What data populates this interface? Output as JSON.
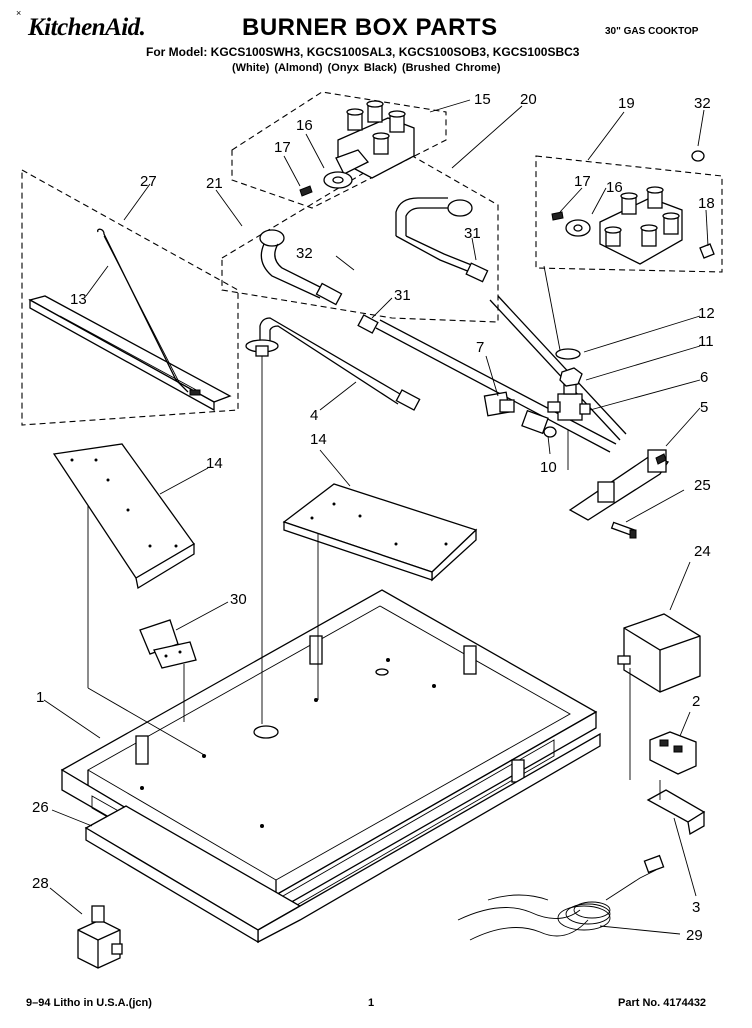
{
  "header": {
    "brand": "KitchenAid.",
    "title": "BURNER BOX PARTS",
    "product": "30\" GAS COOKTOP",
    "models_line": "For Model: KGCS100SWH3, KGCS100SAL3, KGCS100SOB3, KGCS100SBC3",
    "colors_line": "(White)    (Almond)    (Onyx Black)  (Brushed Chrome)",
    "corner_mark": "×"
  },
  "callouts": [
    "1",
    "2",
    "3",
    "4",
    "5",
    "6",
    "7",
    "10",
    "11",
    "12",
    "13",
    "14",
    "14",
    "15",
    "16",
    "16",
    "17",
    "17",
    "18",
    "19",
    "20",
    "21",
    "24",
    "25",
    "26",
    "27",
    "28",
    "29",
    "30",
    "31",
    "31",
    "32",
    "32"
  ],
  "footer": {
    "litho": "9–94 Litho in U.S.A.(jcn)",
    "page": "1",
    "part_no": "Part No. 4174432"
  }
}
